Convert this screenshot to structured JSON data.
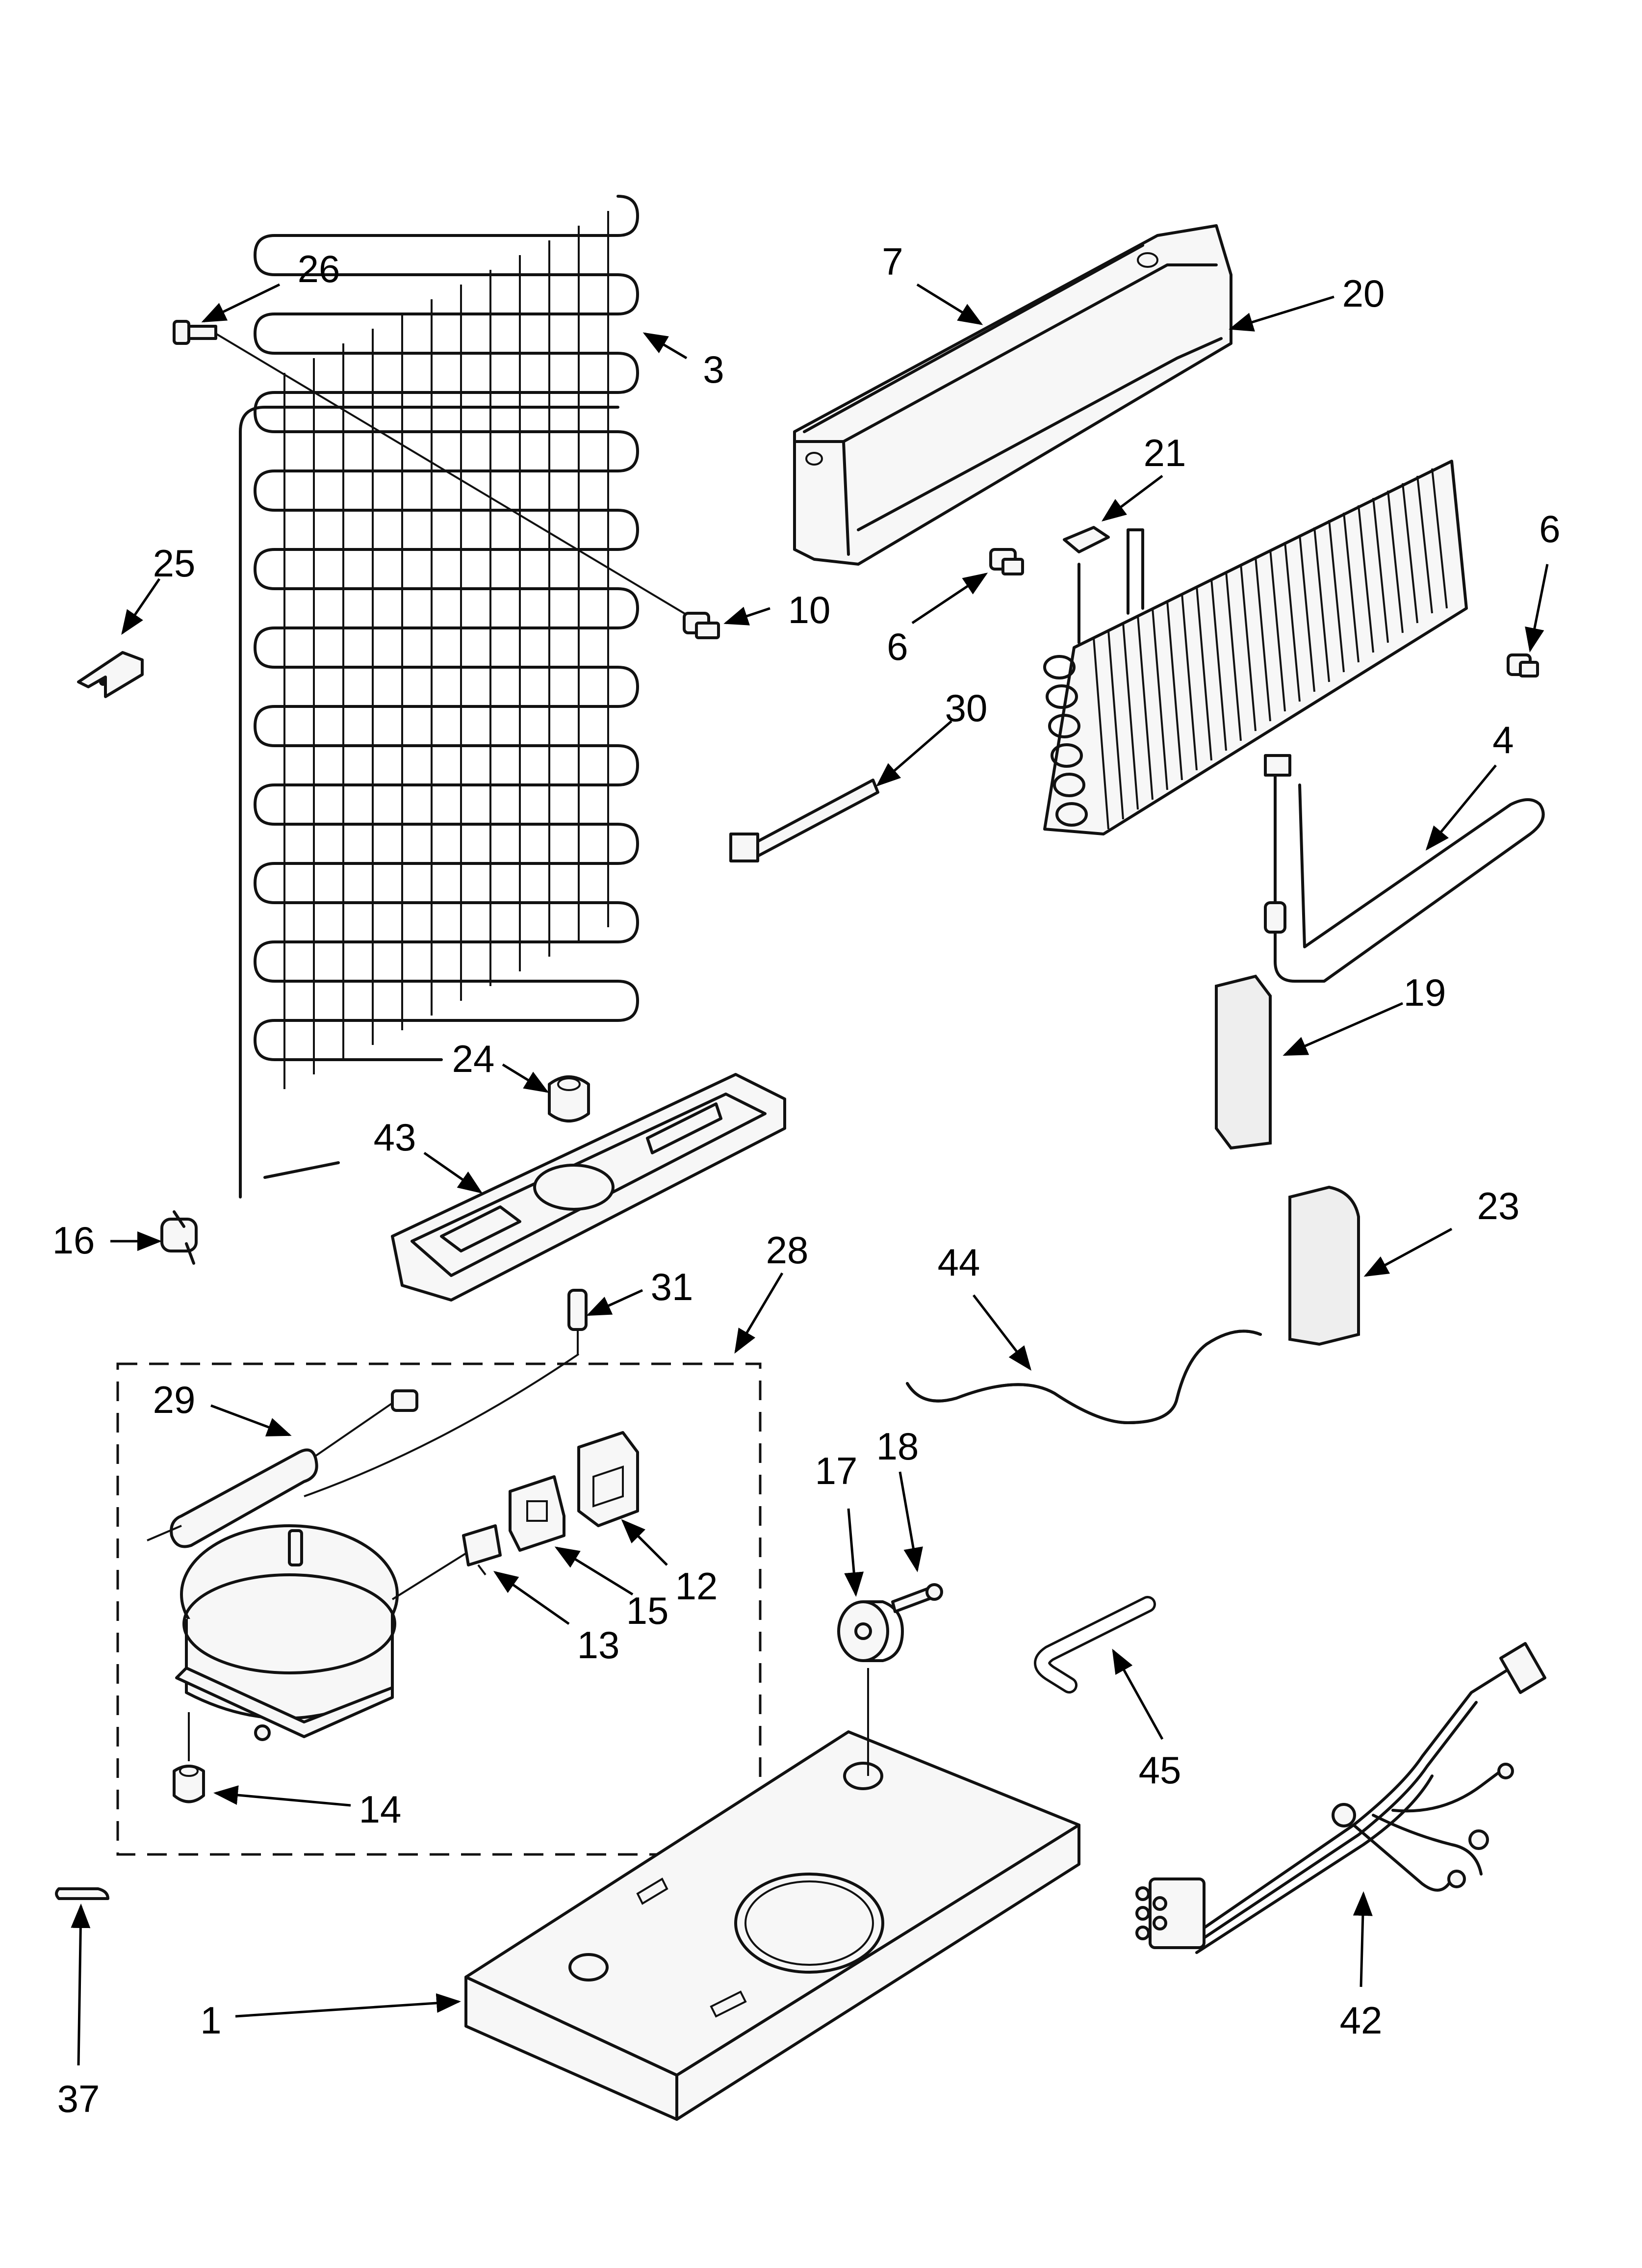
{
  "callouts": [
    "26",
    "3",
    "25",
    "10",
    "7",
    "20",
    "21",
    "6",
    "6",
    "30",
    "4",
    "19",
    "24",
    "43",
    "16",
    "31",
    "28",
    "29",
    "44",
    "23",
    "17",
    "18",
    "12",
    "15",
    "13",
    "14",
    "45",
    "1",
    "42",
    "37"
  ]
}
